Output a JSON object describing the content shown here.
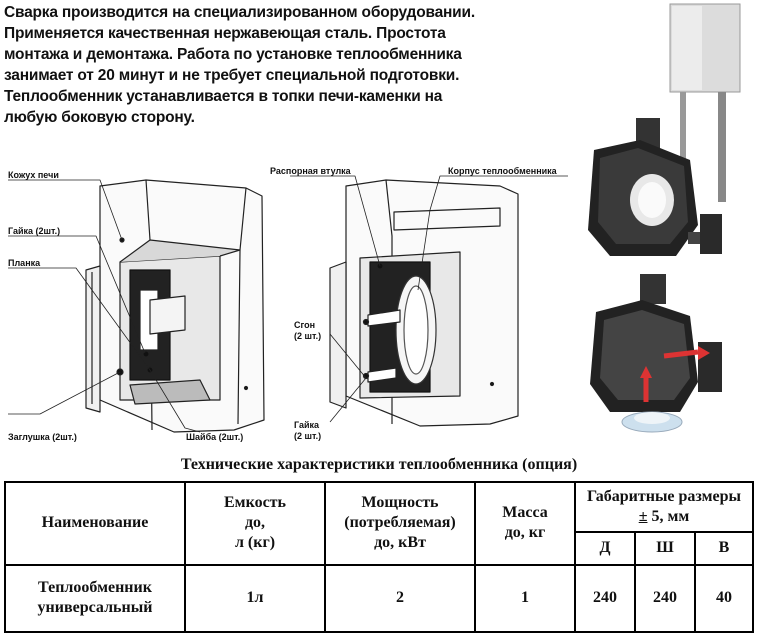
{
  "intro": [
    "Сварка производится на специализированном оборудовании.",
    "Применяется качественная нержавеющая сталь. Простота",
    "монтажа и демонтажа. Работа по установке теплообменника",
    "занимает от 20 минут и не требует специальной подготовки.",
    "Теплообменник устанавливается в топки печи-каменки на",
    "любую боковую сторону."
  ],
  "labels": {
    "kozhukh": "Кожух печи",
    "gayka1": "Гайка (2шт.)",
    "planka": "Планка",
    "zaglushka": "Заглушка  (2шт.)",
    "shayba": "Шайба (2шт.)",
    "vtulka": "Распорная втулка",
    "korpus": "Корпус теплообменника",
    "sgon1": "Сгон",
    "sgon2": "(2 шт.)",
    "gayka2a": "Гайка",
    "gayka2b": "(2 шт.)"
  },
  "table": {
    "title": "Технические характеристики теплообменника (опция)",
    "headers": {
      "name": "Наименование",
      "capacity": [
        "Емкость",
        "до,",
        "л (кг)"
      ],
      "power": [
        "Мощность",
        "(потребляемая)",
        "до, кВт"
      ],
      "mass": [
        "Масса",
        "до, кг"
      ],
      "dims_prefix": "Габаритные размеры",
      "dims_pm": "±",
      "dims_suffix": " 5, мм",
      "d": "Д",
      "w": "Ш",
      "h": "В"
    },
    "row": {
      "name": [
        "Теплообменник",
        "универсальный"
      ],
      "capacity": "1л",
      "power": "2",
      "mass": "1",
      "d": "240",
      "w": "240",
      "h": "40"
    }
  }
}
